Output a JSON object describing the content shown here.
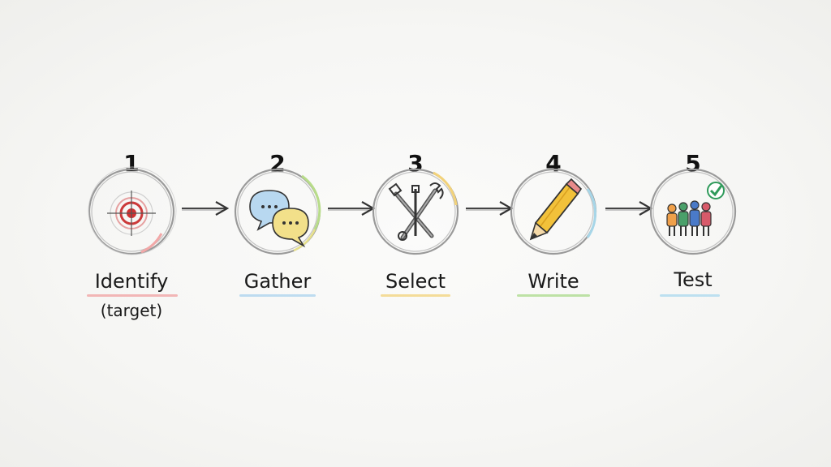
{
  "steps": [
    {
      "number": "1",
      "label": "Identify",
      "sublabel": "(target)",
      "icon": "target-icon",
      "accent": "#e07a7a"
    },
    {
      "number": "2",
      "label": "Gather",
      "sublabel": "",
      "icon": "speech-bubbles-icon",
      "accent": "#a9d27a"
    },
    {
      "number": "3",
      "label": "Select",
      "sublabel": "",
      "icon": "tools-icon",
      "accent": "#f0d77a"
    },
    {
      "number": "4",
      "label": "Write",
      "sublabel": "",
      "icon": "pencil-icon",
      "accent": "#a7d6e8"
    },
    {
      "number": "5",
      "label": "Test",
      "sublabel": "",
      "icon": "people-check-icon",
      "accent": "#9ed0e0"
    }
  ],
  "underline_colors": [
    "#f0a0a0",
    "#a9d2ee",
    "#f2d27a",
    "#a9d98a",
    "#a9d8ee"
  ]
}
